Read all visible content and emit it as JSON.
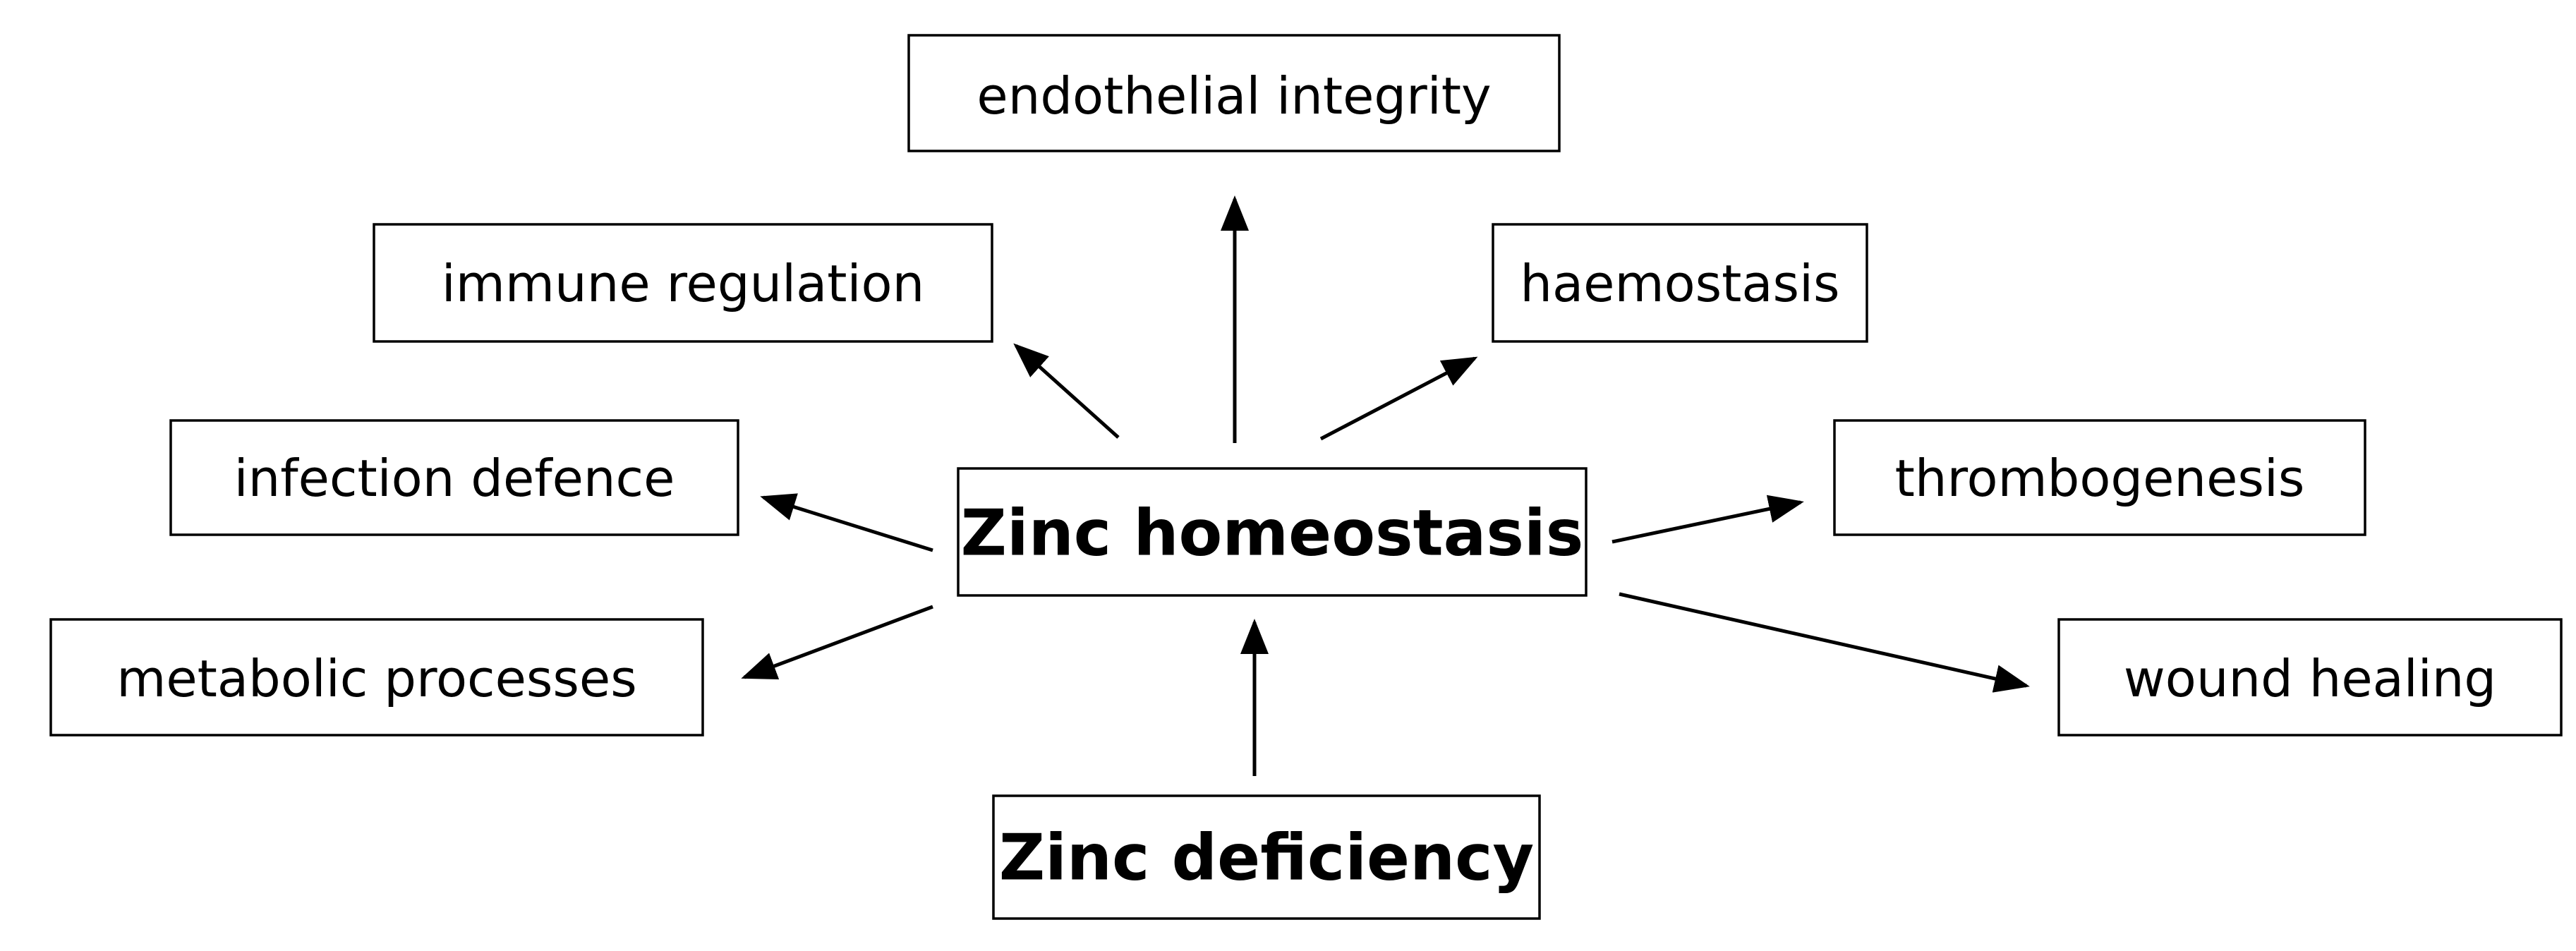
{
  "center": {
    "label": "Zinc homeostasis"
  },
  "source": {
    "label": "Zinc deficiency"
  },
  "outcomes": {
    "endothelial_integrity": "endothelial integrity",
    "immune_regulation": "immune regulation",
    "haemostasis": "haemostasis",
    "infection_defence": "infection defence",
    "thrombogenesis": "thrombogenesis",
    "metabolic_processes": "metabolic processes",
    "wound_healing": "wound healing"
  },
  "colors": {
    "stroke": "#000000",
    "background": "#ffffff"
  }
}
